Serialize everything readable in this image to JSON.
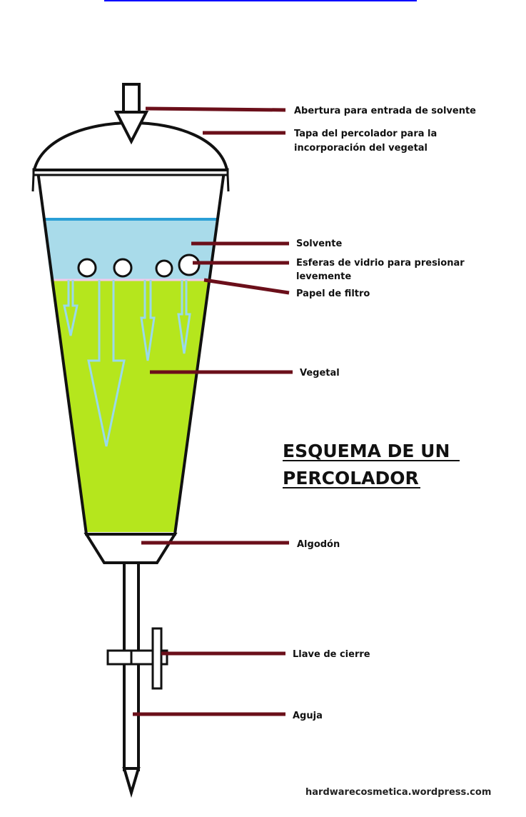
{
  "colors": {
    "leader": "#6b0f1a",
    "outline": "#111111",
    "solvent": "#a9dbea",
    "solvent_line": "#2a9fd6",
    "plant_material": "#b5e61d",
    "flow_arrows": "#99d9ea",
    "glass": "#ffffff",
    "top_link": "#0000ff"
  },
  "icons": {
    "solvent_inlet": "inlet-tube-icon",
    "glass_spheres": "sphere-icon",
    "flow_direction": "down-arrow-icon",
    "stopcock": "valve-icon",
    "needle": "needle-icon"
  },
  "labels": {
    "inlet": "Abertura para entrada de solvente",
    "lid_line1": "Tapa del percolador para la",
    "lid_line2": "incorporación del vegetal",
    "solvent": "Solvente",
    "spheres_line1": "Esferas de vidrio para presionar",
    "spheres_line2": "levemente",
    "filter_paper": "Papel de filtro",
    "plant": "Vegetal",
    "cotton": "Algodón",
    "stopcock": "Llave de cierre",
    "needle": "Aguja"
  },
  "heading": {
    "line1": "ESQUEMA DE UN",
    "line2": "PERCOLADOR"
  },
  "credit": "hardwarecosmetica.wordpress.com"
}
